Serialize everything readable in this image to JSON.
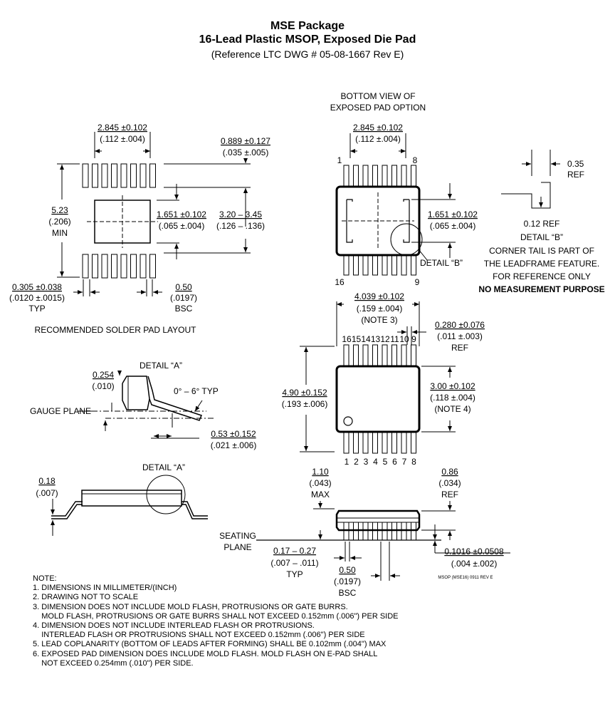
{
  "header": {
    "title": "MSE Package",
    "subtitle": "16-Lead Plastic MSOP, Exposed Die Pad",
    "reference": "(Reference LTC DWG # 05-08-1667 Rev E)"
  },
  "solder_layout": {
    "width_mm": "2.845 ±0.102",
    "width_in": "(.112 ±.004)",
    "pad_len_mm": "0.889 ±0.127",
    "pad_len_in": "(.035 ±.005)",
    "span_mm": "5.23",
    "span_in": "(.206)",
    "span_note": "MIN",
    "epad_mm": "1.651 ±0.102",
    "epad_in": "(.065 ±.004)",
    "range_mm": "3.20 – 3.45",
    "range_in": "(.126 – .136)",
    "lead_w_mm": "0.305 ±0.038",
    "lead_w_in": "(.0120 ±.0015)",
    "lead_w_note": "TYP",
    "pitch_mm": "0.50",
    "pitch_in": "(.0197)",
    "pitch_note": "BSC",
    "caption": "RECOMMENDED SOLDER PAD LAYOUT"
  },
  "bottom_view": {
    "title1": "BOTTOM VIEW OF",
    "title2": "EXPOSED PAD OPTION",
    "width_mm": "2.845 ±0.102",
    "width_in": "(.112 ±.004)",
    "pin1": "1",
    "pin8": "8",
    "pin16": "16",
    "pin9": "9",
    "epad_mm": "1.651 ±0.102",
    "epad_in": "(.065 ±.004)",
    "detail": "DETAIL “B”"
  },
  "detail_b": {
    "ref1": "0.35",
    "ref1b": "REF",
    "ref2": "0.12 REF",
    "title": "DETAIL “B”",
    "line1": "CORNER TAIL IS PART OF",
    "line2": "THE LEADFRAME FEATURE.",
    "line3": "FOR REFERENCE ONLY",
    "line4": "NO MEASUREMENT PURPOSE"
  },
  "top_view": {
    "w_mm": "4.039 ±0.102",
    "w_in": "(.159 ±.004)",
    "w_note": "(NOTE 3)",
    "lw_mm": "0.280 ±0.076",
    "lw_in": "(.011 ±.003)",
    "lw_note": "REF",
    "top_pins": [
      "16",
      "15",
      "14",
      "13",
      "12",
      "11",
      "10",
      "9"
    ],
    "bottom_pins": [
      "1",
      "2",
      "3",
      "4",
      "5",
      "6",
      "7",
      "8"
    ],
    "h_mm": "4.90 ±0.152",
    "h_in": "(.193 ±.006)",
    "b_mm": "3.00 ±0.102",
    "b_in": "(.118 ±.004)",
    "b_note": "(NOTE 4)"
  },
  "detail_a": {
    "title": "DETAIL “A”",
    "t_mm": "0.254",
    "t_in": "(.010)",
    "angle": "0° – 6° TYP",
    "gauge": "GAUGE PLANE",
    "len_mm": "0.53 ±0.152",
    "len_in": "(.021 ±.006)"
  },
  "side_view": {
    "title": "DETAIL “A”",
    "lead_mm": "0.18",
    "lead_in": "(.007)"
  },
  "front_view": {
    "h_mm": "1.10",
    "h_in": "(.043)",
    "h_note": "MAX",
    "r_mm": "0.86",
    "r_in": "(.034)",
    "r_note": "REF",
    "seat1": "SEATING",
    "seat2": "PLANE",
    "lead_mm": "0.17 – 0.27",
    "lead_in": "(.007 – .011)",
    "lead_note": "TYP",
    "pitch_mm": "0.50",
    "pitch_in": "(.0197)",
    "pitch_note": "BSC",
    "stand_mm": "0.1016 ±0.0508",
    "stand_in": "(.004 ±.002)",
    "code": "MSOP (MSE16) 0911 REV E"
  },
  "notes": {
    "title": "NOTE:",
    "items": [
      "1. DIMENSIONS IN MILLIMETER/(INCH)",
      "2. DRAWING NOT TO SCALE",
      "3. DIMENSION DOES NOT INCLUDE MOLD FLASH, PROTRUSIONS OR GATE BURRS.",
      "    MOLD FLASH, PROTRUSIONS OR GATE BURRS SHALL NOT EXCEED 0.152mm (.006\") PER SIDE",
      "4. DIMENSION DOES NOT INCLUDE INTERLEAD FLASH OR PROTRUSIONS.",
      "    INTERLEAD FLASH OR PROTRUSIONS SHALL NOT EXCEED 0.152mm (.006\") PER SIDE",
      "5. LEAD COPLANARITY (BOTTOM OF LEADS AFTER FORMING) SHALL BE 0.102mm (.004\") MAX",
      "6. EXPOSED PAD DIMENSION DOES INCLUDE MOLD FLASH. MOLD FLASH ON E-PAD SHALL",
      "    NOT EXCEED 0.254mm (.010\") PER SIDE."
    ]
  }
}
